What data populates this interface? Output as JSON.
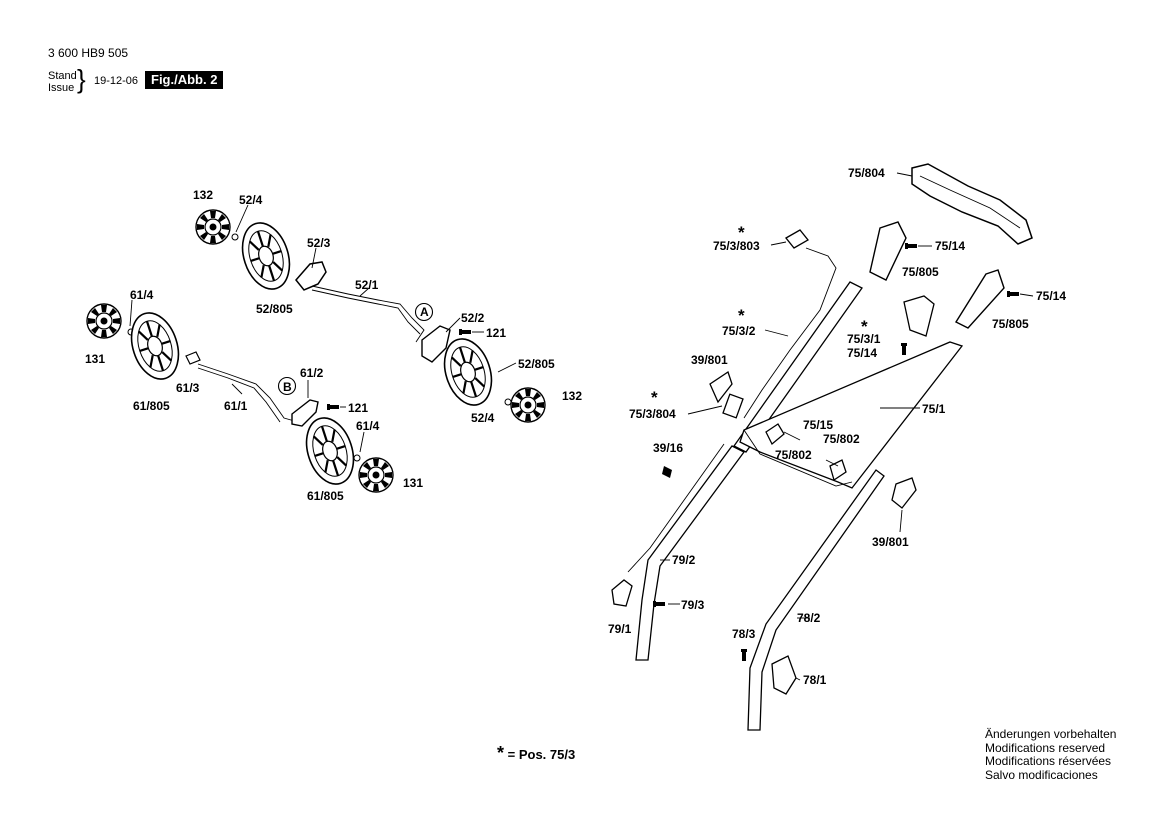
{
  "header": {
    "part_number": "3 600 HB9 505",
    "stand_label": "Stand",
    "issue_label": "Issue",
    "date": "19-12-06",
    "figure": "Fig./Abb. 2"
  },
  "footer": {
    "notes": [
      "Änderungen vorbehalten",
      "Modifications reserved",
      "Modifications réservées",
      "Salvo modificaciones"
    ]
  },
  "legend": {
    "star": "*",
    "text": "= Pos. 75/3"
  },
  "callouts": {
    "A": "A",
    "B": "B",
    "c132a": "132",
    "c52_4a": "52/4",
    "c52_3": "52/3",
    "c52_805a": "52/805",
    "c52_1": "52/1",
    "c52_2": "52/2",
    "c121a": "121",
    "c52_805b": "52/805",
    "c132b": "132",
    "c52_4b": "52/4",
    "c61_4a": "61/4",
    "c131a": "131",
    "c61_805a": "61/805",
    "c61_3": "61/3",
    "c61_1": "61/1",
    "c61_2": "61/2",
    "c121b": "121",
    "c61_4b": "61/4",
    "c61_805b": "61/805",
    "c131b": "131",
    "c75_3_803": "75/3/803",
    "c75_3_2": "75/3/2",
    "c39_801a": "39/801",
    "c75_3_804": "75/3/804",
    "c39_16": "39/16",
    "c79_2": "79/2",
    "c79_3": "79/3",
    "c79_1": "79/1",
    "c75_804": "75/804",
    "c75_14a": "75/14",
    "c75_805a": "75/805",
    "c75_14b": "75/14",
    "c75_805b": "75/805",
    "c75_3_1": "75/3/1",
    "c75_14c": "75/14",
    "c75_1": "75/1",
    "c75_15": "75/15",
    "c75_802a": "75/802",
    "c75_802b": "75/802",
    "c39_801b": "39/801",
    "c78_2": "78/2",
    "c78_3": "78/3",
    "c78_1": "78/1",
    "star": "*"
  }
}
